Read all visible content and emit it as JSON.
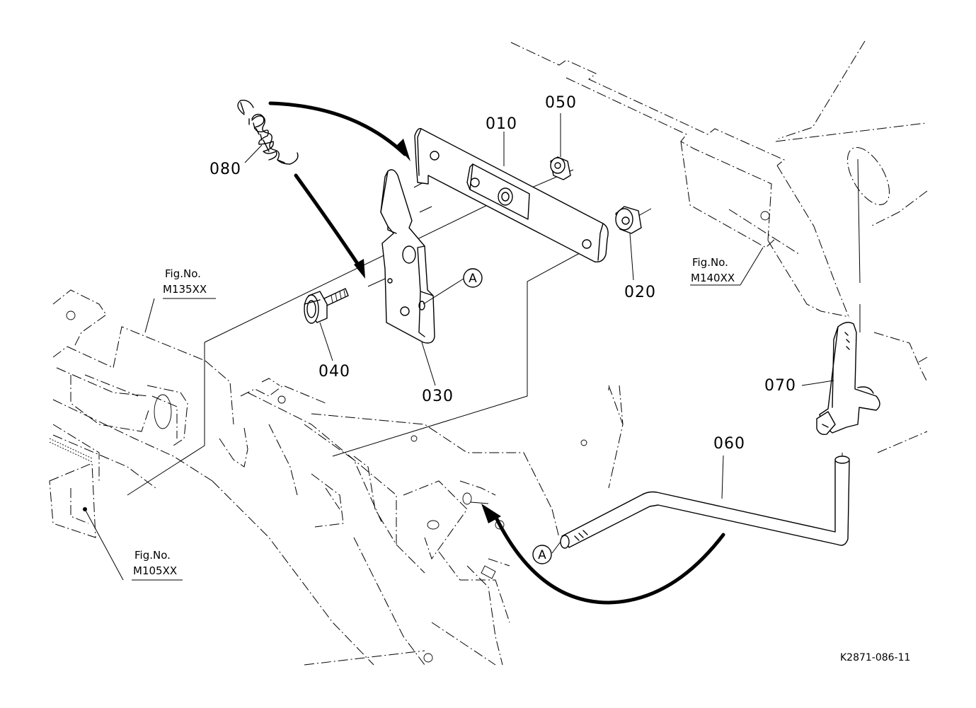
{
  "parts": {
    "p010": "010",
    "p020": "020",
    "p030": "030",
    "p040": "040",
    "p050": "050",
    "p060": "060",
    "p070": "070",
    "p080": "080"
  },
  "references": {
    "ref_m135": {
      "line1": "Fig.No.",
      "line2": "M135XX"
    },
    "ref_m140": {
      "line1": "Fig.No.",
      "line2": "M140XX"
    },
    "ref_m105": {
      "line1": "Fig.No.",
      "line2": "M105XX"
    }
  },
  "markers": {
    "a_upper": "A",
    "a_lower": "A"
  },
  "drawing_number": "K2871-086-11"
}
